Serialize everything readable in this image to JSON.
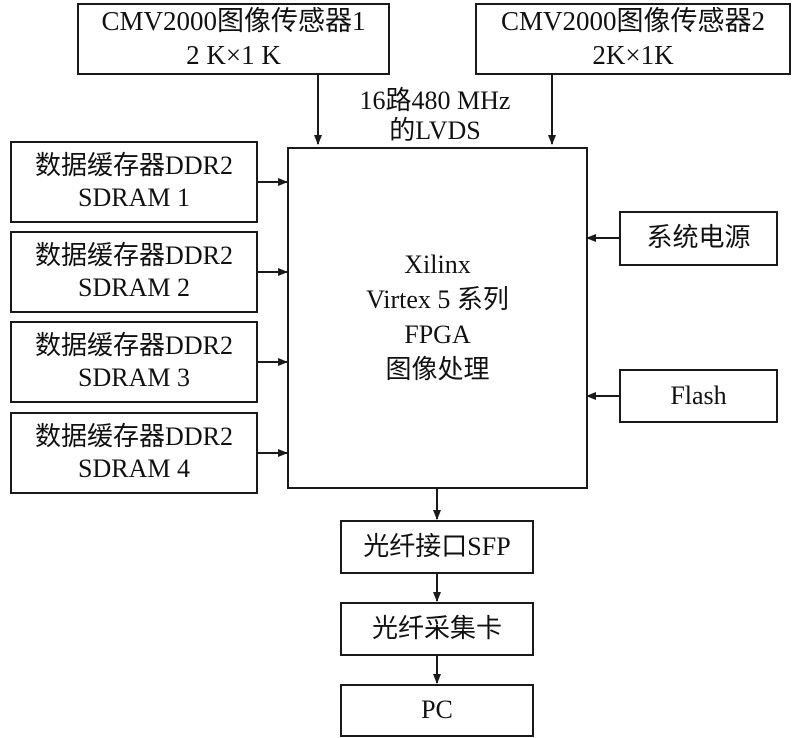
{
  "diagram": {
    "sensors": [
      {
        "line1": "CMV2000图像传感器1",
        "line2": "2 K×1 K"
      },
      {
        "line1": "CMV2000图像传感器2",
        "line2": "2K×1K"
      }
    ],
    "lvds_label": {
      "line1": "16路480 MHz",
      "line2": "的LVDS"
    },
    "memories": [
      {
        "line1": "数据缓存器DDR2",
        "line2": "SDRAM 1"
      },
      {
        "line1": "数据缓存器DDR2",
        "line2": "SDRAM 2"
      },
      {
        "line1": "数据缓存器DDR2",
        "line2": "SDRAM 3"
      },
      {
        "line1": "数据缓存器DDR2",
        "line2": "SDRAM 4"
      }
    ],
    "fpga": {
      "line1": "Xilinx",
      "line2": "Virtex 5 系列",
      "line3": "FPGA",
      "line4": "图像处理"
    },
    "power": "系统电源",
    "flash": "Flash",
    "sfp": "光纤接口SFP",
    "capture_card": "光纤采集卡",
    "pc": "PC"
  }
}
